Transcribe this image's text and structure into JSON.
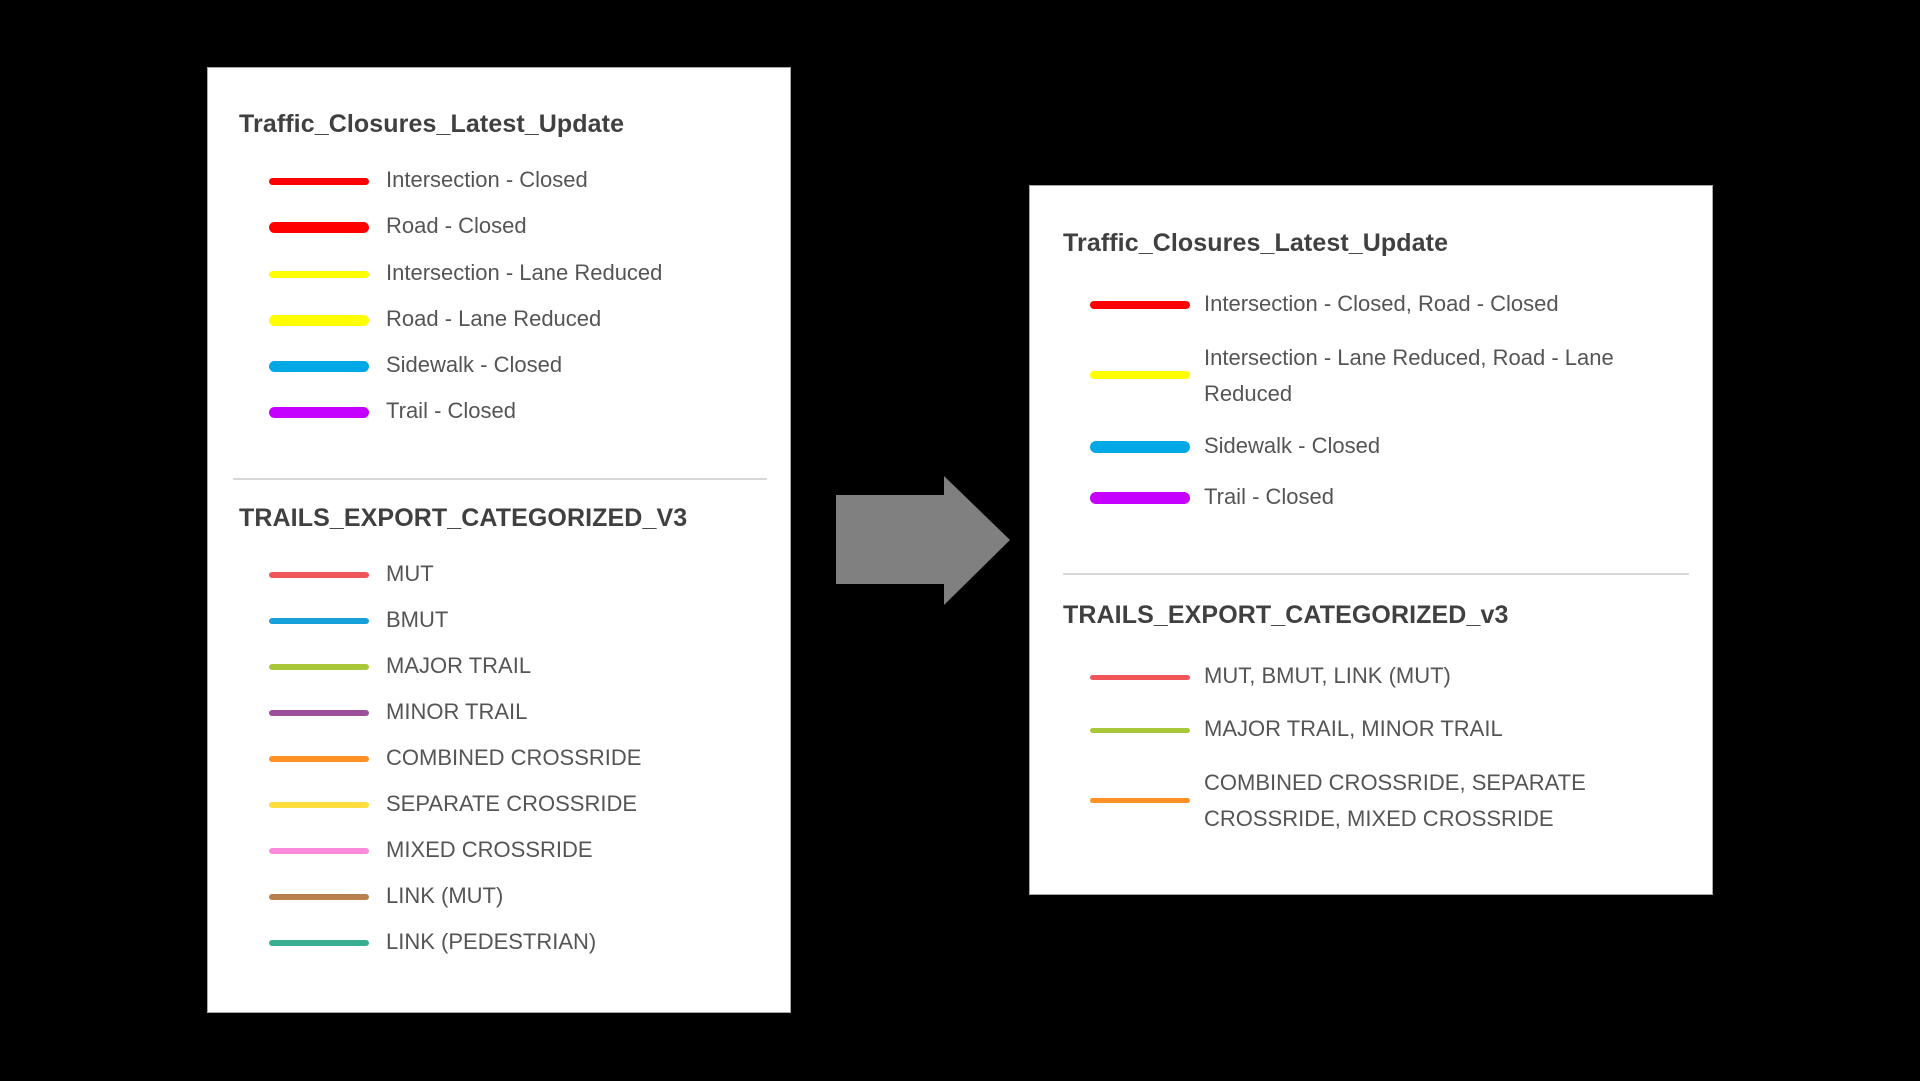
{
  "before_legend": {
    "layers": [
      {
        "title": "Traffic_Closures_Latest_Update",
        "items": [
          {
            "label": "Intersection - Closed",
            "color": "#ff0000",
            "thickness": 7
          },
          {
            "label": "Road - Closed",
            "color": "#ff0000",
            "thickness": 11
          },
          {
            "label": "Intersection - Lane Reduced",
            "color": "#ffff00",
            "thickness": 7
          },
          {
            "label": "Road - Lane Reduced",
            "color": "#ffff00",
            "thickness": 11
          },
          {
            "label": "Sidewalk - Closed",
            "color": "#00a9e6",
            "thickness": 11
          },
          {
            "label": "Trail - Closed",
            "color": "#c500ff",
            "thickness": 11
          }
        ]
      },
      {
        "title": "TRAILS_EXPORT_CATEGORIZED_V3",
        "items": [
          {
            "label": "MUT",
            "color": "#f0555a",
            "thickness": 6
          },
          {
            "label": "BMUT",
            "color": "#169fd8",
            "thickness": 6
          },
          {
            "label": "MAJOR TRAIL",
            "color": "#a8c739",
            "thickness": 6
          },
          {
            "label": "MINOR TRAIL",
            "color": "#9c4f9c",
            "thickness": 6
          },
          {
            "label": "COMBINED CROSSRIDE",
            "color": "#ff9124",
            "thickness": 6
          },
          {
            "label": "SEPARATE CROSSRIDE",
            "color": "#ffde3e",
            "thickness": 6
          },
          {
            "label": "MIXED CROSSRIDE",
            "color": "#fa8bdb",
            "thickness": 6
          },
          {
            "label": "LINK (MUT)",
            "color": "#b8804c",
            "thickness": 6
          },
          {
            "label": "LINK (PEDESTRIAN)",
            "color": "#3aae92",
            "thickness": 6
          }
        ]
      }
    ]
  },
  "arrow": {
    "icon": "right-arrow-icon",
    "color": "#808080"
  },
  "after_legend": {
    "layers": [
      {
        "title": "Traffic_Closures_Latest_Update",
        "items": [
          {
            "label": "Intersection - Closed, Road - Closed",
            "color": "#ff0000",
            "thickness": 8
          },
          {
            "label": "Intersection - Lane Reduced, Road - Lane Reduced",
            "color": "#ffff00",
            "thickness": 8
          },
          {
            "label": "Sidewalk - Closed",
            "color": "#00a9e6",
            "thickness": 12
          },
          {
            "label": "Trail - Closed",
            "color": "#c500ff",
            "thickness": 12
          }
        ]
      },
      {
        "title": "TRAILS_EXPORT_CATEGORIZED_v3",
        "items": [
          {
            "label": "MUT, BMUT, LINK (MUT)",
            "color": "#f0555a",
            "thickness": 5
          },
          {
            "label": "MAJOR TRAIL, MINOR TRAIL",
            "color": "#a8c739",
            "thickness": 5
          },
          {
            "label": "COMBINED CROSSRIDE, SEPARATE CROSSRIDE, MIXED CROSSRIDE",
            "color": "#ff9124",
            "thickness": 5
          }
        ]
      }
    ]
  }
}
